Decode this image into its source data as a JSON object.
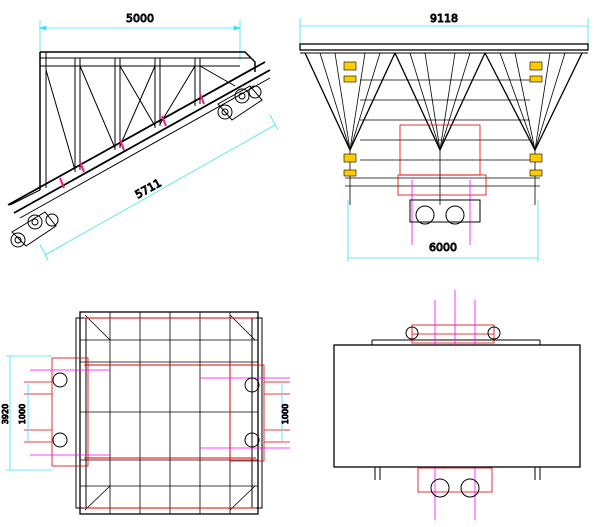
{
  "drawing": {
    "views": [
      {
        "id": "side-view",
        "dimensions": [
          "5000",
          "5711"
        ]
      },
      {
        "id": "front-view",
        "dimensions": [
          "9118",
          "6000"
        ]
      },
      {
        "id": "top-view",
        "dimensions": [
          "3920",
          "1000",
          "1000"
        ]
      },
      {
        "id": "end-view",
        "dimensions": []
      }
    ],
    "colors": {
      "frame": "#000000",
      "dimension": "#3fe0ff",
      "joint": "#ff1493",
      "accent": "#e00000",
      "guide": "#ff00ff",
      "highlight": "#ffcc00"
    }
  },
  "labels": {
    "side_top": "5000",
    "side_diag": "5711",
    "front_top": "9118",
    "front_bottom": "6000",
    "top_left": "3920",
    "top_inner_left": "1000",
    "top_inner_right": "1000"
  }
}
